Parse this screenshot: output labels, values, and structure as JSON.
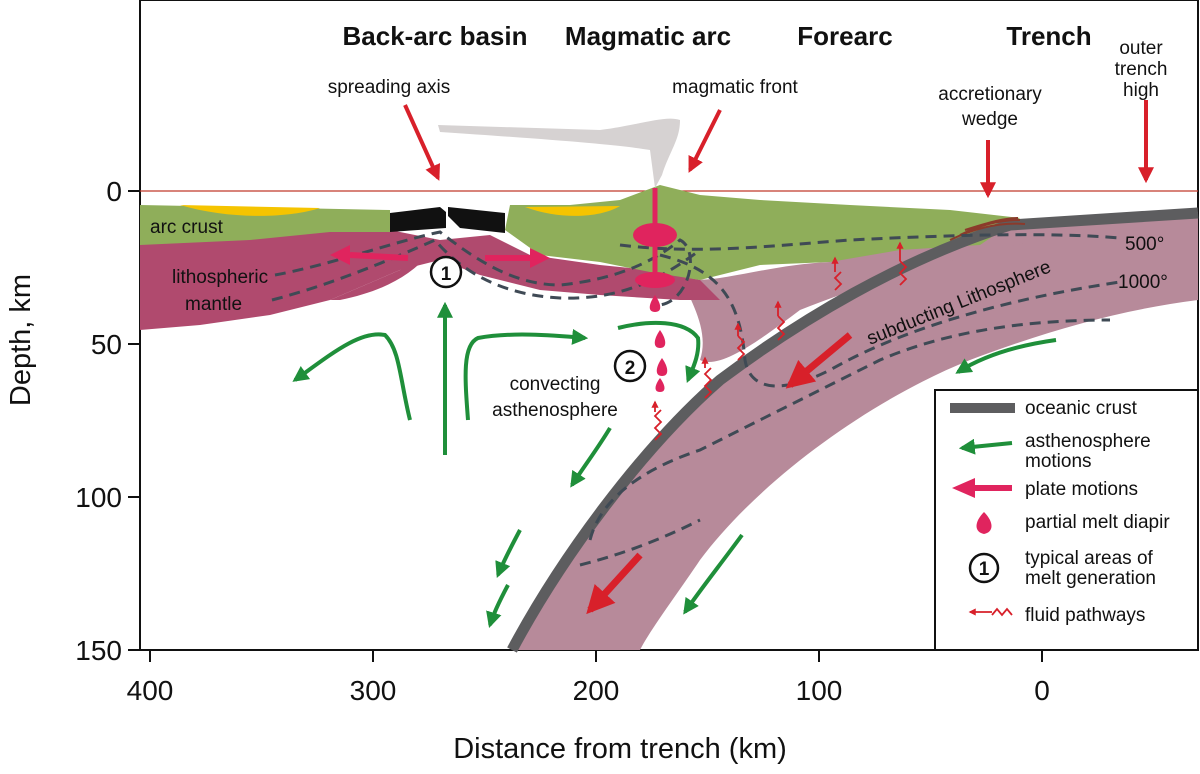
{
  "regions": {
    "back_arc": "Back-arc basin",
    "magmatic_arc": "Magmatic arc",
    "forearc": "Forearc",
    "trench": "Trench"
  },
  "annotations": {
    "spreading_axis": "spreading axis",
    "magmatic_front": "magmatic front",
    "accretionary_line1": "accretionary",
    "accretionary_line2": "wedge",
    "outer_line1": "outer",
    "outer_line2": "trench",
    "outer_line3": "high",
    "arc_crust": "arc crust",
    "litho_line1": "lithospheric",
    "litho_line2": "mantle",
    "convect_line1": "convecting",
    "convect_line2": "asthenosphere",
    "subducting": "subducting  Lithosphere",
    "iso_500": "500°",
    "iso_1000": "1000°",
    "melt_1": "1",
    "melt_2": "2"
  },
  "axes": {
    "y_title": "Depth, km",
    "x_title": "Distance from trench (km)",
    "y_ticks": [
      "0",
      "50",
      "100",
      "150"
    ],
    "x_ticks": [
      "400",
      "300",
      "200",
      "100",
      "0"
    ]
  },
  "legend": {
    "oceanic_crust": "oceanic crust",
    "asthen_line1": "asthenosphere",
    "asthen_line2": "motions",
    "plate_motions": "plate motions",
    "diapir": "partial melt diapir",
    "melt_symbol": "1",
    "melt_line1": "typical areas of",
    "melt_line2": "melt generation",
    "fluid": "fluid pathways"
  },
  "colors": {
    "arc_crust": "#8fae5a",
    "mantle_lithosphere": "#b04a6e",
    "subducting_slab": "#b78a9a",
    "oceanic_crust": "#5d5d5f",
    "sediment": "#f5c400",
    "plate_motion_arrow": "#e0245e",
    "asthenosphere_arrow": "#1f8f3a",
    "red_arrow": "#d8202a",
    "volcanic_plume": "#d6d2d2"
  }
}
